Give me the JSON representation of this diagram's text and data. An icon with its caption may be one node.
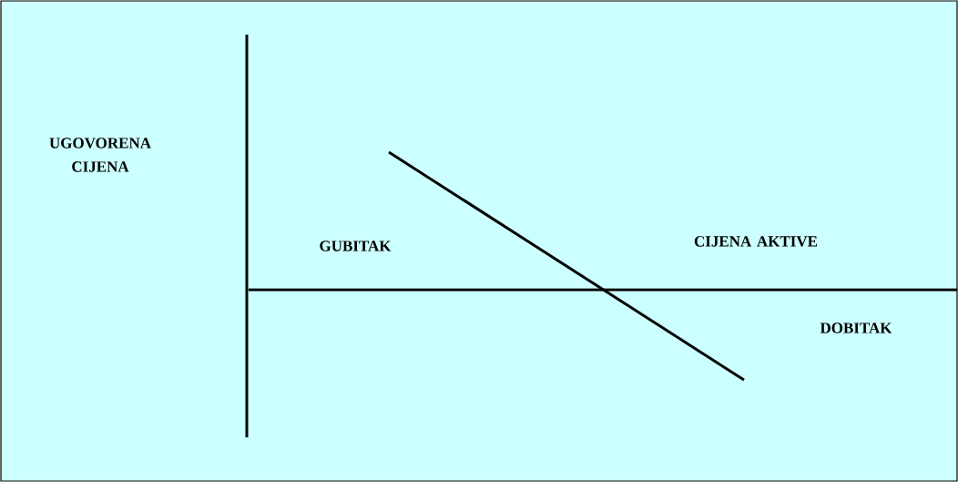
{
  "diagram": {
    "labels": [
      "UGOVORENA CIJENA",
      "GUBITAK",
      "CIJENA AKTIVE",
      "DOBITAK"
    ]
  }
}
